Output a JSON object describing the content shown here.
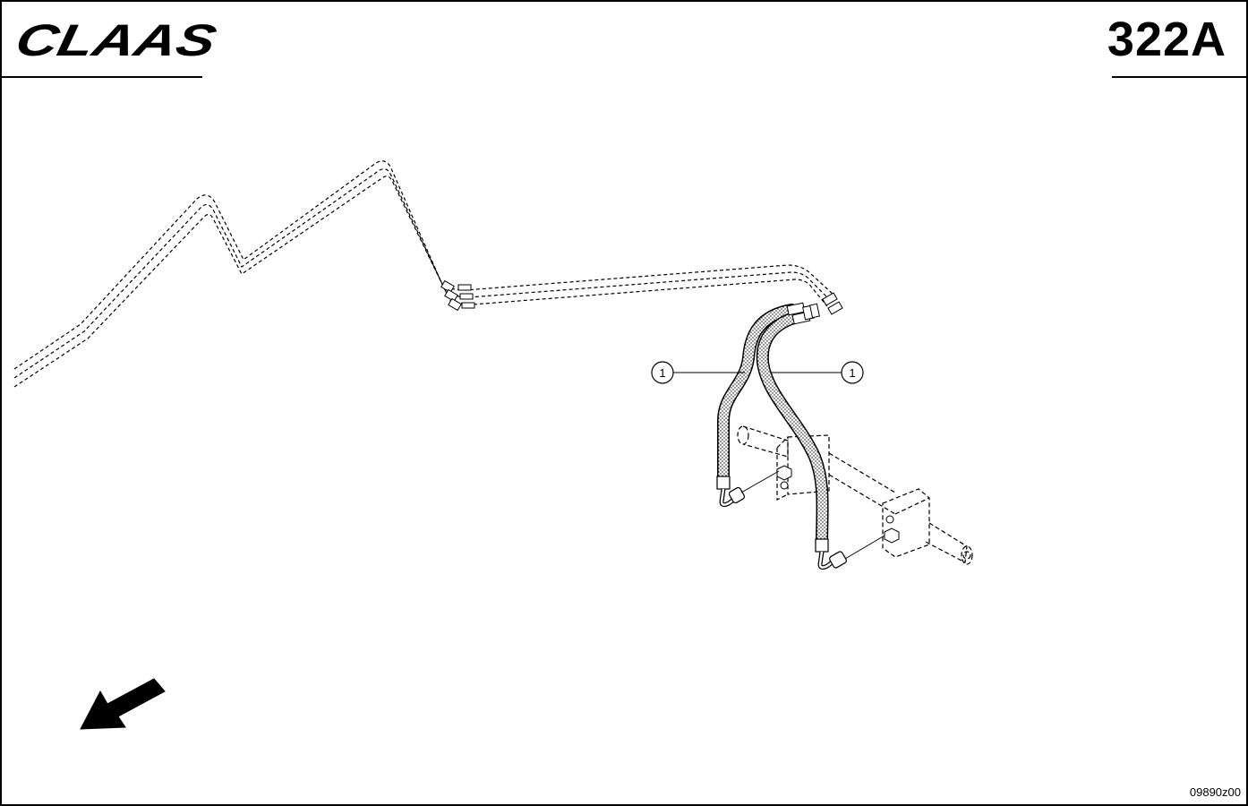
{
  "header": {
    "brand": "CLAAS",
    "page_number": "322A"
  },
  "callouts": [
    {
      "label": "1"
    },
    {
      "label": "1"
    }
  ],
  "footer": {
    "drawing_code": "09890z00"
  },
  "icons": {
    "direction": "travel-direction-arrow-icon"
  },
  "colors": {
    "line": "#000000",
    "background": "#ffffff"
  }
}
